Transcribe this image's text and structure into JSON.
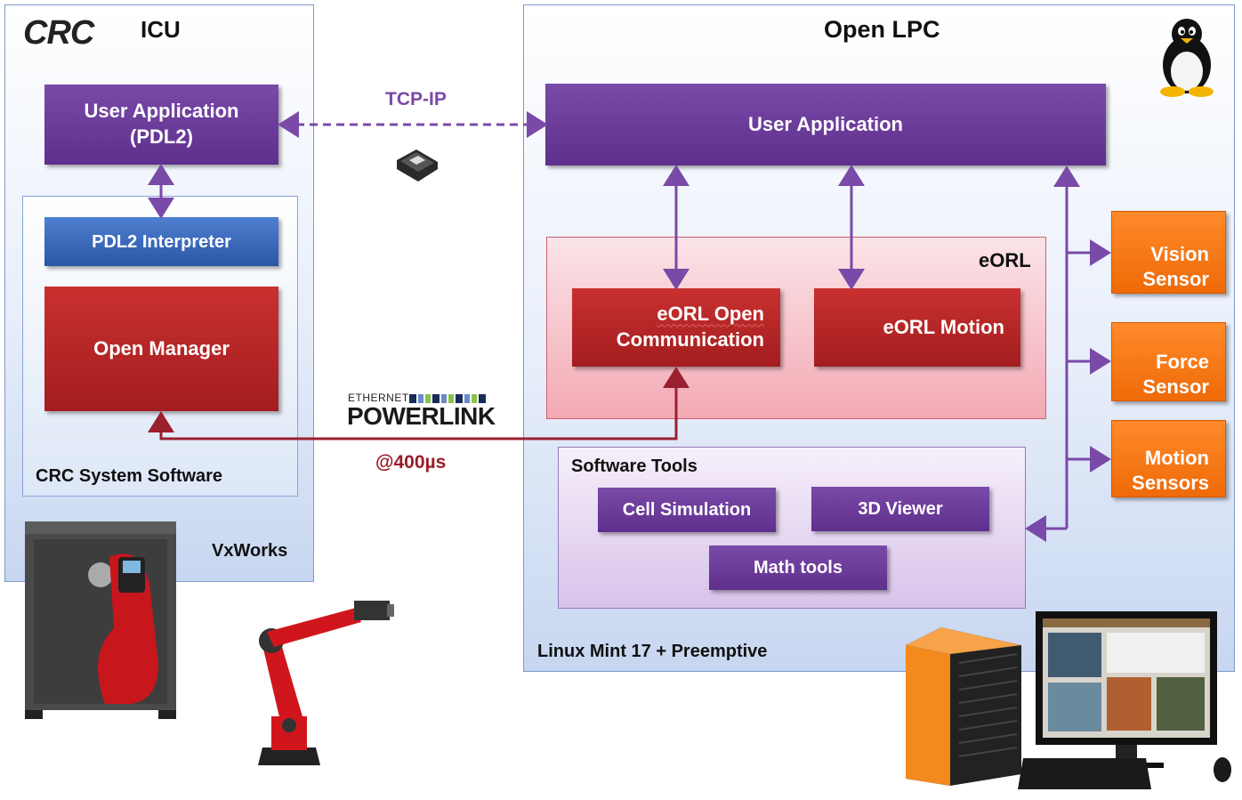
{
  "logo": {
    "text": "CRC"
  },
  "icu": {
    "title": "ICU",
    "user_app_line1": "User Application",
    "user_app_line2": "(PDL2)",
    "pdl2_interpreter": "PDL2 Interpreter",
    "open_manager": "Open Manager",
    "crc_system_software": "CRC System Software",
    "os": "VxWorks"
  },
  "link": {
    "tcp_ip": "TCP-IP",
    "powerlink_top": "ETHERNET",
    "powerlink_brand": "POWERLINK",
    "rate": "@400µs"
  },
  "lpc": {
    "title": "Open LPC",
    "user_app": "User Application",
    "eorl_title": "eORL",
    "eorl_open_line1": "eORL Open",
    "eorl_open_line2": "Communication",
    "eorl_motion": "eORL Motion",
    "software_tools_title": "Software Tools",
    "cell_simulation": "Cell Simulation",
    "viewer_3d": "3D Viewer",
    "math_tools": "Math tools",
    "os": "Linux Mint 17 + Preemptive"
  },
  "sensors": [
    {
      "line1": "Vision",
      "line2": "Sensor"
    },
    {
      "line1": "Force",
      "line2": "Sensor"
    },
    {
      "line1": "Motion",
      "line2": "Sensors"
    }
  ],
  "colors": {
    "purple": "#6a3a9a",
    "red": "#b0232a",
    "blue": "#3566b8",
    "orange": "#f47a14",
    "powerlink_line": "#9a2030"
  },
  "icons": [
    "linux-penguin-icon",
    "ethernet-plug-icon",
    "controller-cabinet-image",
    "robot-arm-image",
    "industrial-pc-image",
    "desktop-computer-image"
  ]
}
